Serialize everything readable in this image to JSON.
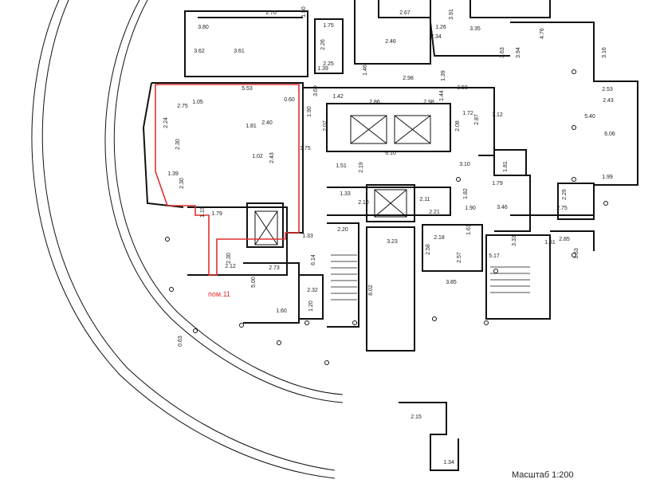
{
  "plan": {
    "scale_label": "Масштаб 1:200",
    "premise_label": "пом.11",
    "accent_color": "#e03030",
    "wall_color": "#111111",
    "dimensions": [
      "2.70",
      "1.50",
      "3.80",
      "1.75",
      "2.26",
      "2.25",
      "1.39",
      "2.67",
      "2.46",
      "1.26",
      "2.34",
      "3.91",
      "3.35",
      "4.76",
      "3.62",
      "3.61",
      "1.46",
      "2.98",
      "1.39",
      "3.63",
      "3.94",
      "3.16",
      "5.53",
      "1.05",
      "2.75",
      "0.60",
      "3.60",
      "1.42",
      "2.86",
      "2.98",
      "1.44",
      "3.58",
      "2.53",
      "2.43",
      "1.90",
      "1.72",
      "2.87",
      "3.12",
      "2.24",
      "2.40",
      "1.81",
      "2.07",
      "2.08",
      "5.40",
      "6.06",
      "2.30",
      "3.75",
      "6.10",
      "3.10",
      "1.02",
      "2.43",
      "1.81",
      "1.51",
      "2.19",
      "1.99",
      "1.39",
      "2.30",
      "1.79",
      "1.33",
      "2.10",
      "2.11",
      "1.82",
      "3.46",
      "2.29",
      "2.75",
      "1.19",
      "2.21",
      "1.90",
      "1.79",
      "2.20",
      "1.61",
      "2.85",
      "1.33",
      "3.23",
      "2.18",
      "3.33",
      "1.51",
      "2.58",
      "2.57",
      "5.17",
      "1.63",
      "2.30",
      "2.12",
      "6.14",
      "2.73",
      "3.85",
      "5.00",
      "2.32",
      "1.20",
      "8.02",
      "1.60",
      "0.63",
      "2.15",
      "1.34"
    ]
  }
}
